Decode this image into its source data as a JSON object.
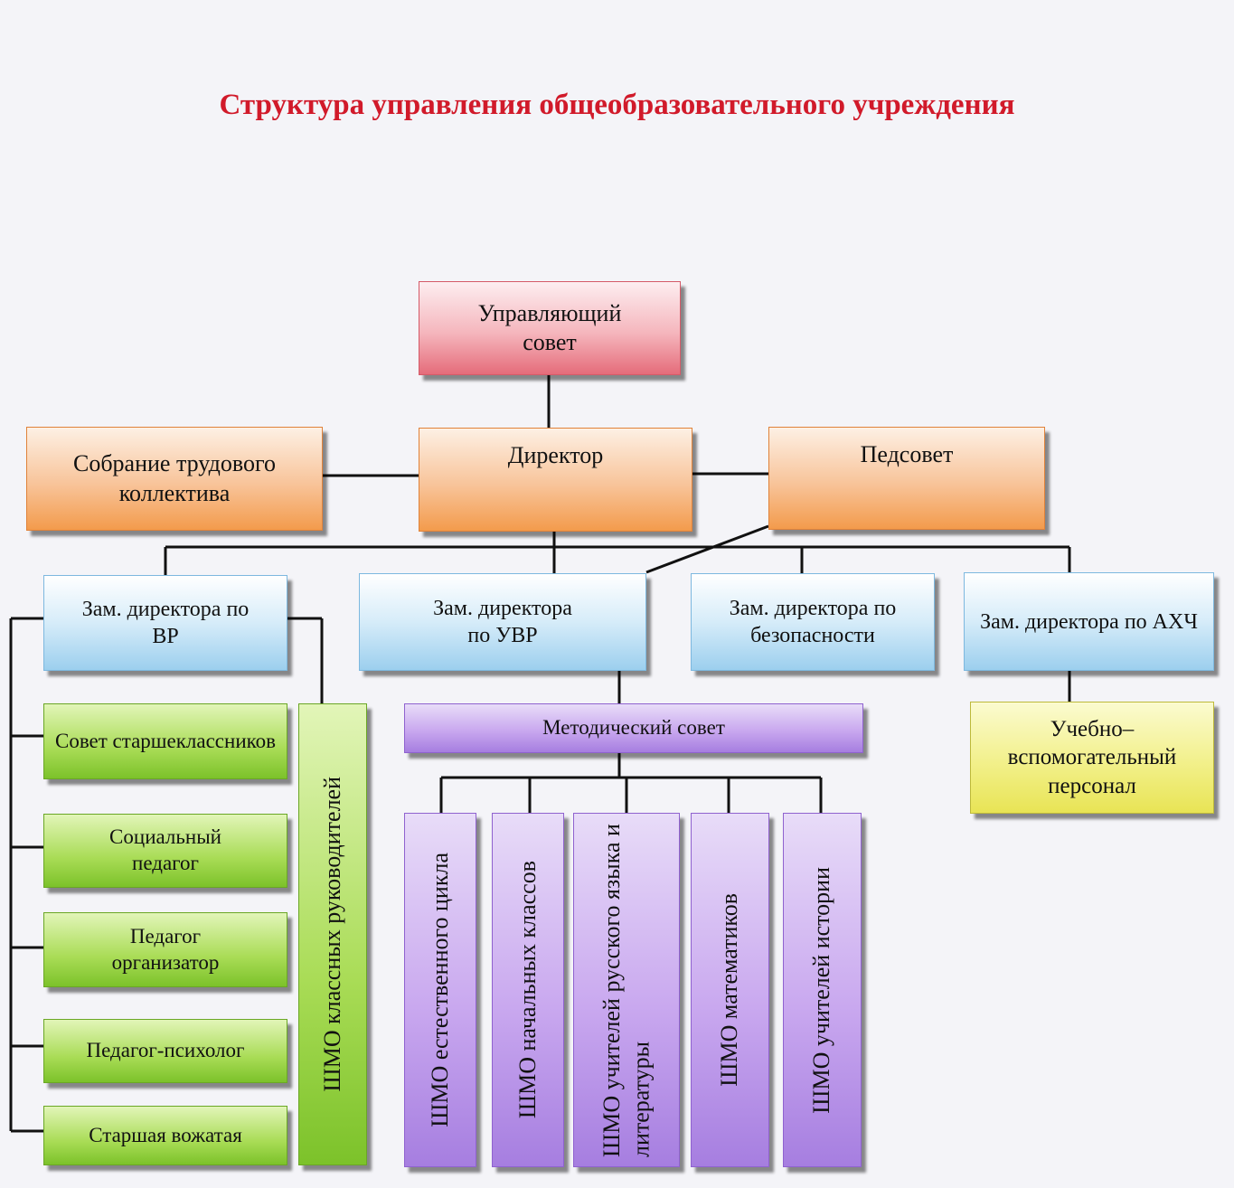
{
  "title": "Структура управления общеобразовательного учреждения",
  "nodes": {
    "council": "Управляющий совет",
    "assembly": "Собрание трудового коллектива",
    "director": "Директор",
    "pedsovet": "Педсовет",
    "dep_vr": "Зам. директора по ВР",
    "dep_uvr": "Зам. директора по УВР",
    "dep_safety": "Зам. директора по безопасности",
    "dep_ahch": "Зам. директора по АХЧ",
    "senior_council": "Совет старшеклассников",
    "social_teacher": "Социальный педагог",
    "organizer": "Педагог организатор",
    "psychologist": "Педагог-психолог",
    "senior_leader": "Старшая вожатая",
    "shmo_class": "ШМО классных руководителей",
    "method_council": "Методический совет",
    "shmo_natural": "ШМО естественного цикла",
    "shmo_primary": "ШМО начальных классов",
    "shmo_russian": "ШМО учителей русского языка и литературы",
    "shmo_math": "ШМО математиков",
    "shmo_history": "ШМО учителей истории",
    "support_staff": "Учебно–вспомогательный персонал"
  },
  "colors": {
    "title": "#d11a2a",
    "red": "#e56c7a",
    "orange": "#f39b4c",
    "blue": "#9ccfee",
    "green": "#7cc22a",
    "purple": "#a67ee0",
    "yellow": "#e8e455",
    "line": "#111111"
  }
}
